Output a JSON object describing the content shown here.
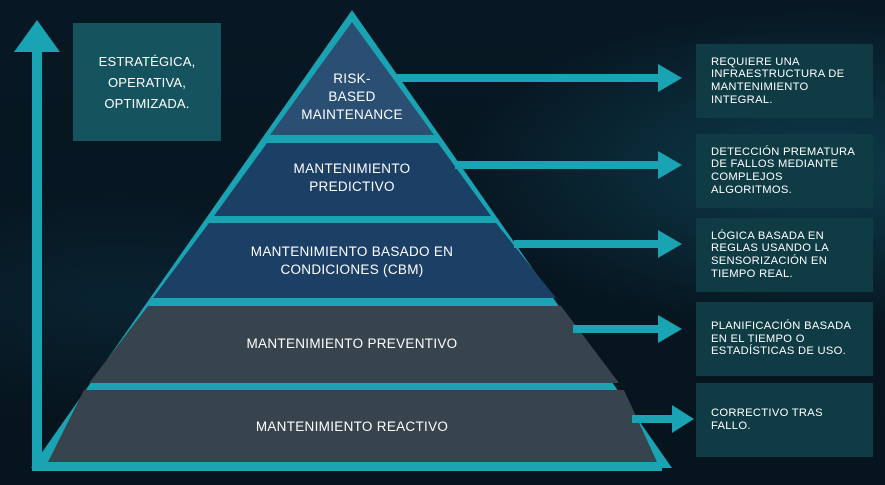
{
  "goal_box": {
    "text": "ESTRATÉGICA,\nOPERATIVA,\nOPTIMIZADA."
  },
  "levels": [
    {
      "label": "RISK-\nBASED\nMAINTENANCE",
      "description": "REQUIERE UNA\nINFRAESTRUCTURA DE\nMANTENIMIENTO\nINTEGRAL."
    },
    {
      "label": "MANTENIMIENTO\nPREDICTIVO",
      "description": "DETECCIÓN PREMATURA\nDE FALLOS MEDIANTE\nCOMPLEJOS\nALGORITMOS."
    },
    {
      "label": "MANTENIMIENTO BASADO EN\nCONDICIONES (CBM)",
      "description": "LÓGICA BASADA EN\nREGLAS USANDO LA\nSENSORIZACIÓN EN\nTIEMPO REAL."
    },
    {
      "label": "MANTENIMIENTO PREVENTIVO",
      "description": "PLANIFICACIÓN BASADA\nEN EL TIEMPO O\nESTADÍSTICAS DE USO."
    },
    {
      "label": "MANTENIMIENTO REACTIVO",
      "description": "CORRECTIVO TRAS\nFALLO."
    }
  ],
  "colors": {
    "accent": "#1aa3b3",
    "top_tier": "#2a4f73",
    "blue_tier": "#1c3f66",
    "gray_tier": "#37434d",
    "box": "#0e3b44",
    "goal_box": "#15545f"
  }
}
